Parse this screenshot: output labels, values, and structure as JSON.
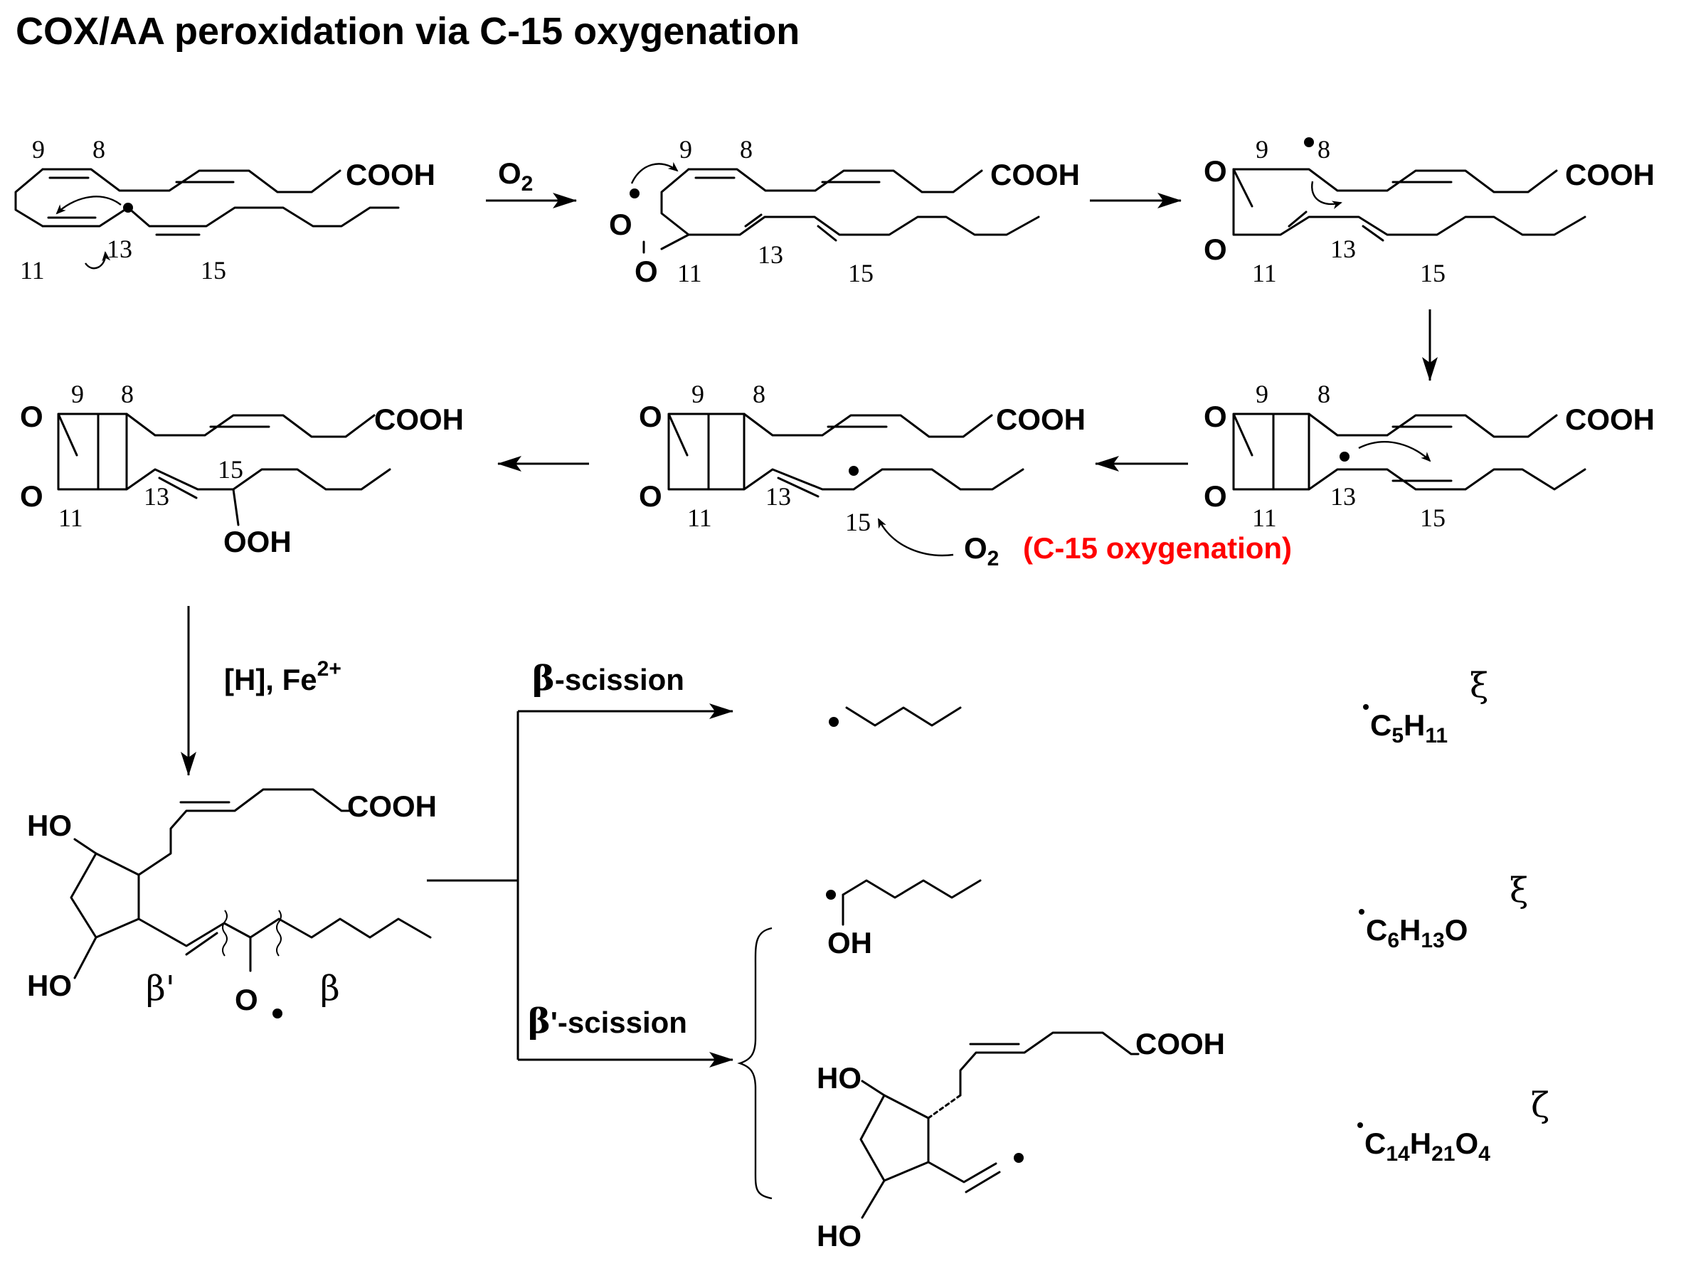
{
  "title": "COX/AA peroxidation via C-15 oxygenation",
  "labels": {
    "cooh": "COOH",
    "o": "O",
    "ooh": "OOH",
    "ho": "HO",
    "oh": "OH",
    "o_radical": "O",
    "o2_main": "O",
    "o2_sub": "2",
    "c15_oxygenation": "(C-15 oxygenation)",
    "reagent_h": "[H], Fe",
    "reagent_sup": "2+",
    "beta_scission": "-scission",
    "beta_prime_scission": "'-scission",
    "beta": "β",
    "beta_prime": "β'"
  },
  "numbers": {
    "n8": "8",
    "n9": "9",
    "n11": "11",
    "n13": "13",
    "n15": "15"
  },
  "formulas": {
    "f1": {
      "c": "C",
      "c_sub": "5",
      "h": "H",
      "h_sub": "11",
      "mark": "ξ"
    },
    "f2": {
      "c": "C",
      "c_sub": "6",
      "h": "H",
      "h_sub": "13",
      "tail": "O",
      "mark": "ξ"
    },
    "f3": {
      "c": "C",
      "c_sub": "14",
      "h": "H",
      "h_sub": "21",
      "tail": "O",
      "tail_sub": "4",
      "mark": "ζ"
    }
  }
}
